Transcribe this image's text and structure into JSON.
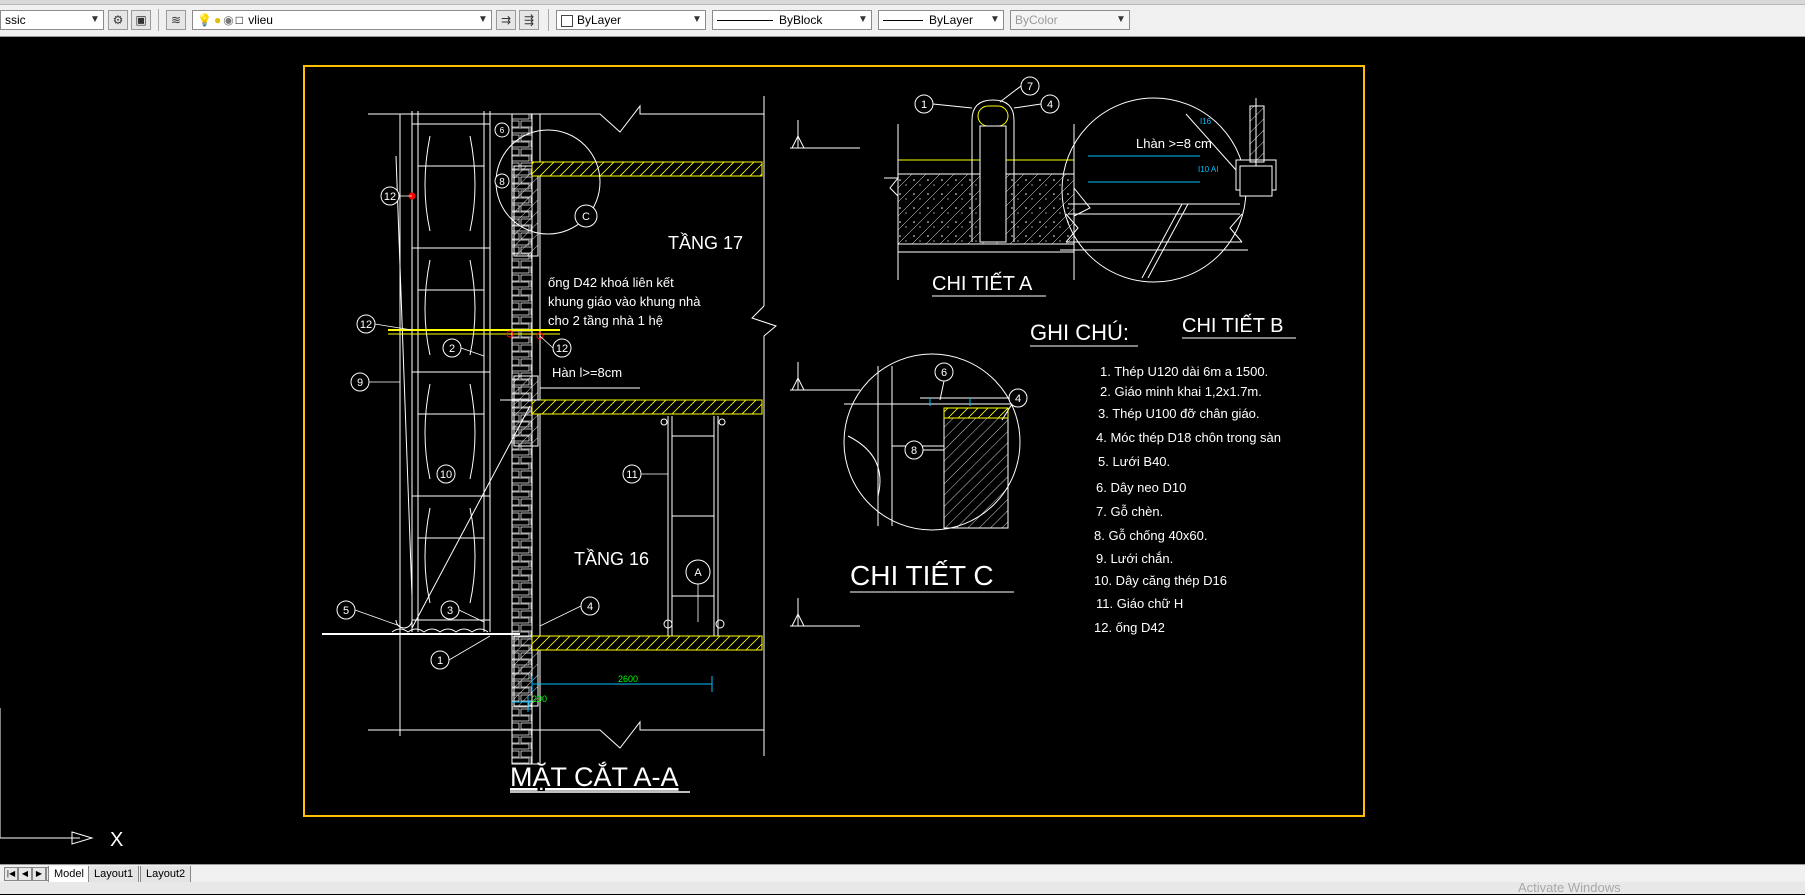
{
  "toolbar": {
    "workspace_value": "ssic",
    "layer_value": "vlieu",
    "color_value": "ByLayer",
    "linetype_value": "ByBlock",
    "lineweight_value": "ByLayer",
    "plotstyle_value": "ByColor"
  },
  "drawing": {
    "section_title": "MẶT CẮT A-A",
    "floor_17": "TẦNG 17",
    "floor_16": "TẦNG 16",
    "note_pipe": [
      "ống D42 khoá liên kết",
      "khung giáo vào khung nhà",
      "cho 2 tầng nhà 1 hệ"
    ],
    "weld_note": "Hàn l>=8cm",
    "dim_2600": "2600",
    "dim_200": "200",
    "detail_a_title": "CHI TIẾT A",
    "detail_b_title": "CHI TIẾT B",
    "detail_c_title": "CHI TIẾT C",
    "detail_b_weld": "Lhàn >=8 cm",
    "detail_b_i16": "I16",
    "detail_b_i10": "I10 AI",
    "notes_title": "GHI CHÚ:",
    "notes": [
      "1. Thép U120 dài 6m a 1500.",
      "2. Giáo minh khai 1,2x1.7m.",
      "3. Thép U100  đỡ chân giáo.",
      "4. Móc thép D18 chôn trong sàn",
      "5. Lưới  B40.",
      "6. Dây neo D10",
      "7. Gỗ chèn.",
      "8. Gỗ chống 40x60.",
      "9. Lưới chắn.",
      "10. Dây căng  thép D16",
      "11. Giáo chữ H",
      "12. ống D42"
    ],
    "callouts": {
      "c1": "1",
      "c2": "2",
      "c3": "3",
      "c4": "4",
      "c5": "5",
      "c7": "7",
      "c8": "8",
      "c9": "9",
      "c10": "10",
      "c11": "11",
      "c12": "12",
      "c6": "6",
      "letter_c": "C",
      "letter_a": "A"
    },
    "colors": {
      "frame": "#ffc000",
      "line": "#ffffff",
      "slab": "#ffff00",
      "dim": "#00c0ff",
      "dim_green": "#00ff00",
      "red": "#ff0000"
    }
  },
  "tabs": [
    "Model",
    "Layout1",
    "Layout2"
  ],
  "watermark": "Activate Windows"
}
